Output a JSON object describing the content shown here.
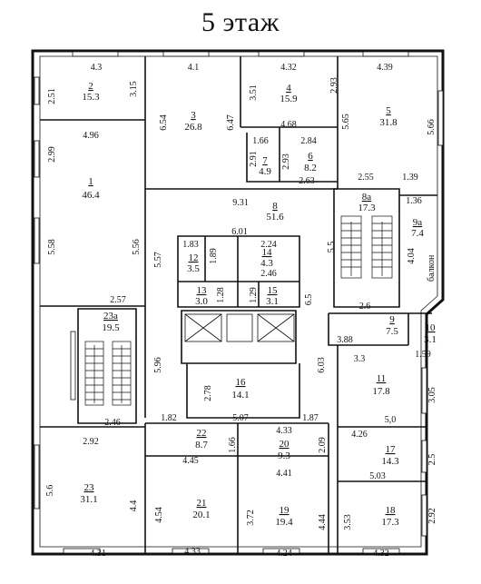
{
  "title": "5 этаж",
  "rooms": [
    {
      "id": "r1",
      "number": "1",
      "area": "46.4"
    },
    {
      "id": "r2",
      "number": "2",
      "area": "15.3"
    },
    {
      "id": "r3",
      "number": "3",
      "area": "26.8"
    },
    {
      "id": "r4",
      "number": "4",
      "area": "15.9"
    },
    {
      "id": "r5",
      "number": "5",
      "area": "31.8"
    },
    {
      "id": "r6",
      "number": "6",
      "area": "8.2"
    },
    {
      "id": "r7",
      "number": "7",
      "area": "4.9"
    },
    {
      "id": "r8",
      "number": "8",
      "area": "51.6"
    },
    {
      "id": "r8a",
      "number": "8a",
      "area": "17.3"
    },
    {
      "id": "r9a",
      "number": "9a",
      "area": "7.4"
    },
    {
      "id": "r9",
      "number": "9",
      "area": "7.5"
    },
    {
      "id": "r10",
      "number": "10",
      "area": "3.1"
    },
    {
      "id": "r11",
      "number": "11",
      "area": "17.8"
    },
    {
      "id": "r12",
      "number": "12",
      "area": "3.5"
    },
    {
      "id": "r13",
      "number": "13",
      "area": "3.0"
    },
    {
      "id": "r14",
      "number": "14",
      "area": "4.3"
    },
    {
      "id": "r15",
      "number": "15",
      "area": "3.1"
    },
    {
      "id": "r16",
      "number": "16",
      "area": "14.1"
    },
    {
      "id": "r17",
      "number": "17",
      "area": "14.3"
    },
    {
      "id": "r18",
      "number": "18",
      "area": "17.3"
    },
    {
      "id": "r19",
      "number": "19",
      "area": "19.4"
    },
    {
      "id": "r20",
      "number": "20",
      "area": "9.3"
    },
    {
      "id": "r21",
      "number": "21",
      "area": "20.1"
    },
    {
      "id": "r22",
      "number": "22",
      "area": "8.7"
    },
    {
      "id": "r23",
      "number": "23",
      "area": "31.1"
    },
    {
      "id": "r23a",
      "number": "23a",
      "area": "19.5"
    }
  ],
  "balcony_label": "балкон",
  "dimensions": [
    "4.3",
    "2.51",
    "3.15",
    "4.96",
    "2.99",
    "5.58",
    "5.56",
    "2.57",
    "4.1",
    "6.54",
    "6.47",
    "4.32",
    "3.51",
    "2.93",
    "4.68",
    "4.39",
    "5.65",
    "5.66",
    "1.66",
    "2.84",
    "2.91",
    "2.93",
    "2.63",
    "2.55",
    "1.39",
    "1.36",
    "9.31",
    "6.01",
    "1.83",
    "1.89",
    "2.24",
    "2.46",
    "5.57",
    "5.5",
    "4.04",
    "1.28",
    "1.29",
    "6.5",
    "2.6",
    "3.88",
    "1.59",
    "5.96",
    "6.03",
    "3.3",
    "3.05",
    "2.78",
    "1.82",
    "5.07",
    "1.87",
    "5,0",
    "2.46",
    "2.92",
    "4.33",
    "2.09",
    "4.26",
    "4.45",
    "1.66",
    "2.5",
    "4.41",
    "5.03",
    "5.6",
    "4.4",
    "4.54",
    "3.72",
    "4.44",
    "3.53",
    "2.92",
    "4.31",
    "4.33",
    "4.24",
    "4.32"
  ]
}
